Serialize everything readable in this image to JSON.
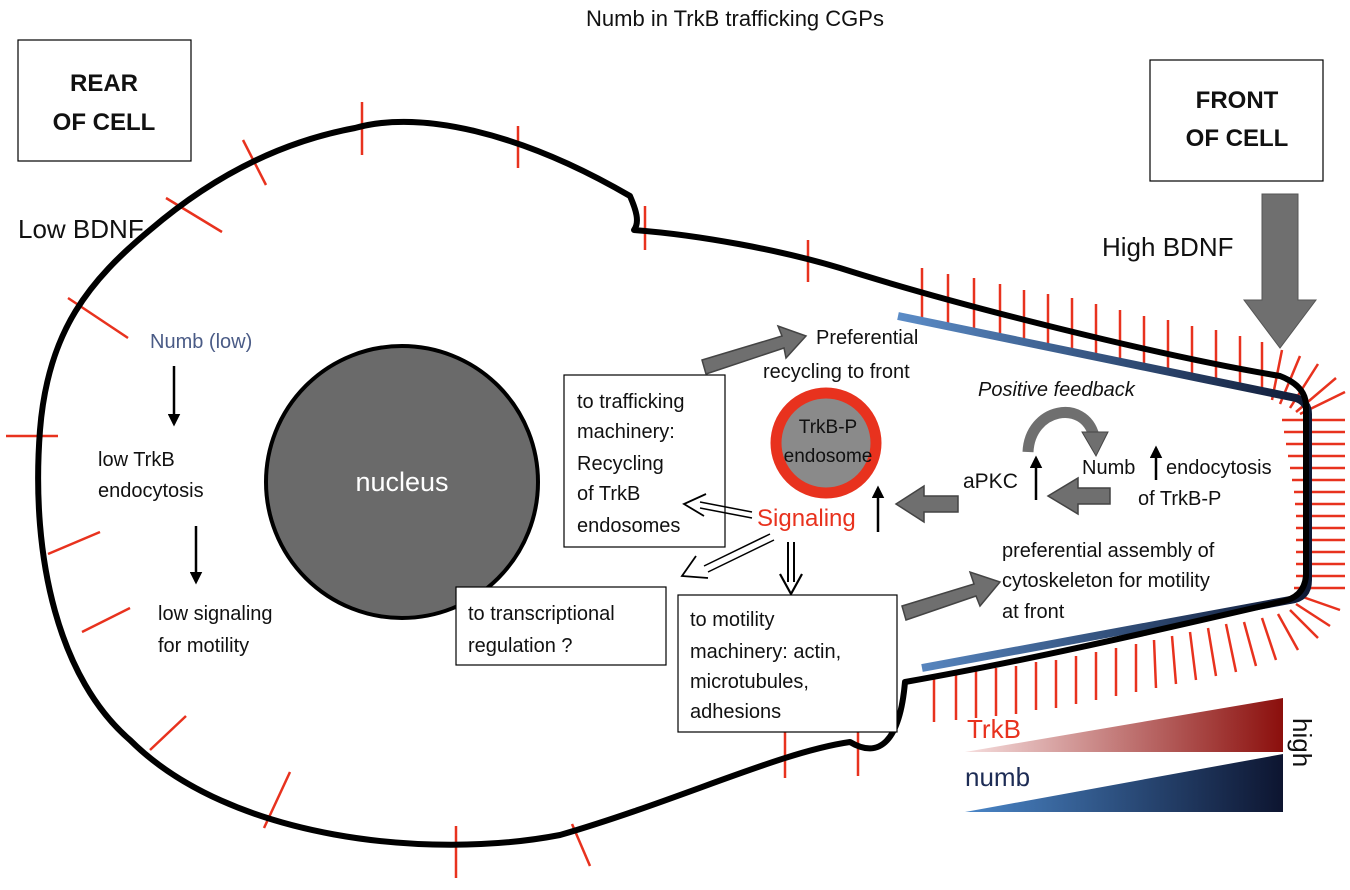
{
  "title": "Numb in TrkB trafficking CGPs",
  "labels": {
    "rear_of_cell": [
      "REAR",
      "OF CELL"
    ],
    "front_of_cell": [
      "FRONT",
      "OF CELL"
    ],
    "low_bdnf": "Low BDNF",
    "high_bdnf": "High BDNF",
    "numb_low": "Numb (low)",
    "low_trkb_endocytosis": [
      "low TrkB",
      "endocytosis"
    ],
    "low_signaling": [
      "low signaling",
      "for motility"
    ],
    "nucleus": "nucleus",
    "preferential_recycling": [
      "Preferential",
      "recycling to front"
    ],
    "trafficking_box": [
      "to trafficking",
      "machinery:",
      "Recycling",
      "of TrkB",
      "endosomes"
    ],
    "endosome": [
      "TrkB-P",
      "endosome"
    ],
    "signaling": "Signaling",
    "positive_feedback": "Positive feedback",
    "apkc": "aPKC",
    "numb": "Numb",
    "endocytosis_trkbp": [
      "endocytosis",
      "of TrkB-P"
    ],
    "transcriptional_box": [
      "to transcriptional",
      "regulation ?"
    ],
    "motility_box": [
      "to motility",
      "machinery: actin,",
      "microtubules,",
      "adhesions"
    ],
    "cytoskeleton_assembly": [
      "preferential assembly of",
      "cytoskeleton for motility",
      "at front"
    ],
    "legend_trkb": "TrkB",
    "legend_numb": "numb",
    "legend_high": "high"
  },
  "colors": {
    "outline": "#000000",
    "receptor_red": "#e8321e",
    "numb_label_blue": "#4a5b86",
    "signaling_red": "#e8321e",
    "nucleus_fill": "#6a6a6a",
    "arrow_grey": "#6f6f6f",
    "numb_band_light": "#5b8cc7",
    "numb_band_dark": "#0f1a36",
    "trkb_legend_light": "#f4dada",
    "trkb_legend_dark": "#8b0f0c",
    "numb_legend_light": "#4a86c8",
    "numb_legend_dark": "#0d1530"
  }
}
